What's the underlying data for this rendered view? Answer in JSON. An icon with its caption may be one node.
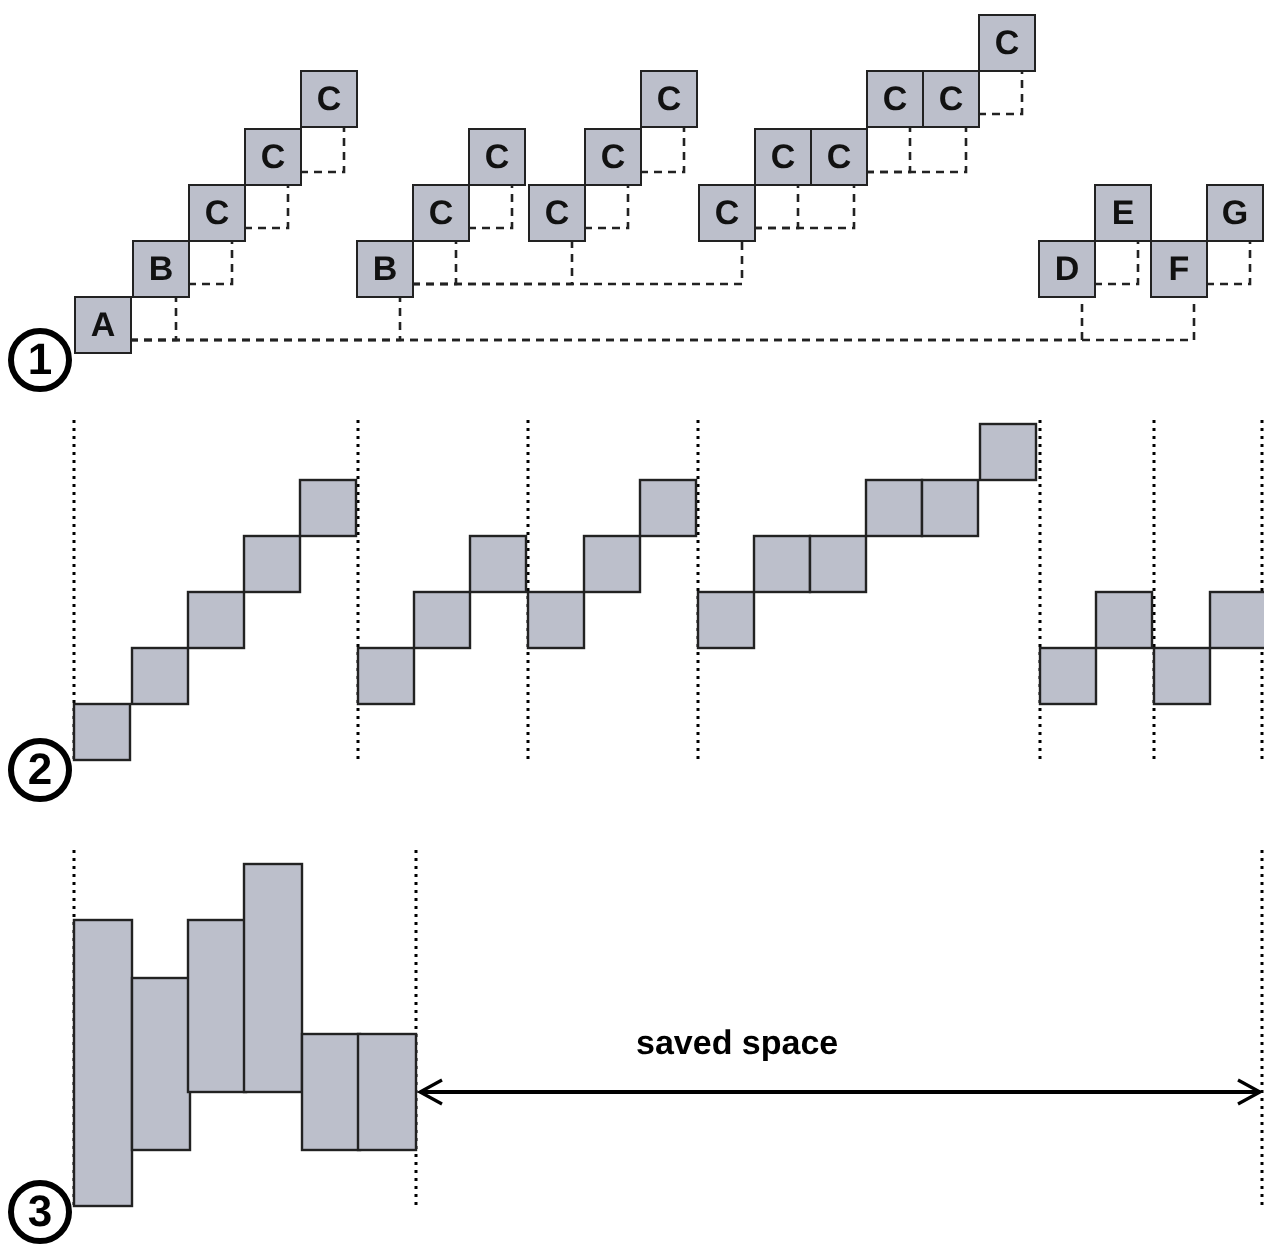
{
  "diagram": {
    "nodes": [
      {
        "text": [
          "A"
        ]
      },
      {
        "text": [
          "B"
        ]
      },
      {
        "text": [
          "C"
        ]
      },
      {
        "text": [
          "C"
        ]
      },
      {
        "text": [
          "C"
        ]
      },
      {
        "text": [
          "B"
        ]
      },
      {
        "text": [
          "C"
        ]
      },
      {
        "text": [
          "C"
        ]
      },
      {
        "text": [
          "C"
        ]
      },
      {
        "text": [
          "C"
        ]
      },
      {
        "text": [
          "C"
        ]
      },
      {
        "text": [
          "C"
        ]
      },
      {
        "text": [
          "C"
        ]
      },
      {
        "text": [
          "C"
        ]
      },
      {
        "text": [
          "C"
        ]
      },
      {
        "text": [
          "C"
        ]
      },
      {
        "text": [
          "C"
        ]
      },
      {
        "text": [
          "D"
        ]
      },
      {
        "text": [
          "E"
        ]
      },
      {
        "text": [
          "F"
        ]
      },
      {
        "text": [
          "G"
        ]
      }
    ],
    "edges": [
      {
        "from": 0,
        "to": 1,
        "arrow": "none",
        "style": "dashed"
      },
      {
        "from": 1,
        "to": 2,
        "arrow": "none",
        "style": "dashed"
      },
      {
        "from": 2,
        "to": 3,
        "arrow": "none",
        "style": "dashed"
      },
      {
        "from": 3,
        "to": 4,
        "arrow": "none",
        "style": "dashed"
      },
      {
        "from": 0,
        "to": 5,
        "arrow": "none",
        "style": "dashed"
      },
      {
        "from": 5,
        "to": 6,
        "arrow": "none",
        "style": "dashed"
      },
      {
        "from": 6,
        "to": 7,
        "arrow": "none",
        "style": "dashed"
      },
      {
        "from": 5,
        "to": 8,
        "arrow": "none",
        "style": "dashed"
      },
      {
        "from": 8,
        "to": 9,
        "arrow": "none",
        "style": "dashed"
      },
      {
        "from": 9,
        "to": 10,
        "arrow": "none",
        "style": "dashed"
      },
      {
        "from": 5,
        "to": 11,
        "arrow": "none",
        "style": "dashed"
      },
      {
        "from": 11,
        "to": 12,
        "arrow": "none",
        "style": "dashed"
      },
      {
        "from": 11,
        "to": 13,
        "arrow": "none",
        "style": "dashed"
      },
      {
        "from": 13,
        "to": 14,
        "arrow": "none",
        "style": "dashed"
      },
      {
        "from": 13,
        "to": 15,
        "arrow": "none",
        "style": "dashed"
      },
      {
        "from": 15,
        "to": 16,
        "arrow": "none",
        "style": "dashed"
      },
      {
        "from": 0,
        "to": 17,
        "arrow": "none",
        "style": "dashed"
      },
      {
        "from": 17,
        "to": 18,
        "arrow": "none",
        "style": "dashed"
      },
      {
        "from": 0,
        "to": 19,
        "arrow": "none",
        "style": "dashed"
      },
      {
        "from": 19,
        "to": 20,
        "arrow": "none",
        "style": "dashed"
      }
    ],
    "labels": [
      "1",
      "2",
      "3",
      "saved space"
    ]
  }
}
